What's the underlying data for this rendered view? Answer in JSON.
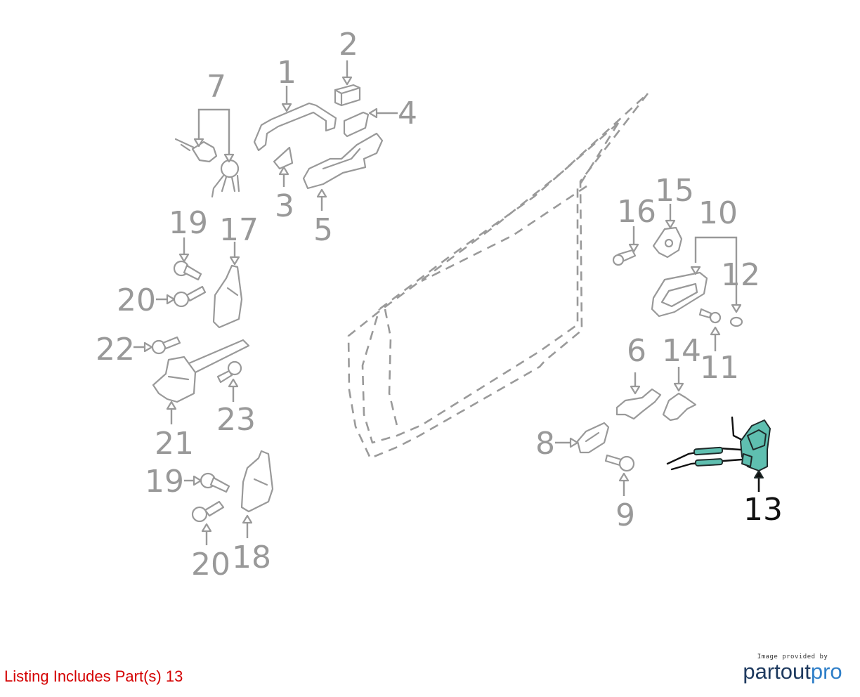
{
  "diagram": {
    "callouts": [
      {
        "id": "1",
        "label": "1",
        "highlight": false
      },
      {
        "id": "2",
        "label": "2",
        "highlight": false
      },
      {
        "id": "3",
        "label": "3",
        "highlight": false
      },
      {
        "id": "4",
        "label": "4",
        "highlight": false
      },
      {
        "id": "5",
        "label": "5",
        "highlight": false
      },
      {
        "id": "6",
        "label": "6",
        "highlight": false
      },
      {
        "id": "7",
        "label": "7",
        "highlight": false
      },
      {
        "id": "8",
        "label": "8",
        "highlight": false
      },
      {
        "id": "9",
        "label": "9",
        "highlight": false
      },
      {
        "id": "10",
        "label": "10",
        "highlight": false
      },
      {
        "id": "11",
        "label": "11",
        "highlight": false
      },
      {
        "id": "12",
        "label": "12",
        "highlight": false
      },
      {
        "id": "13",
        "label": "13",
        "highlight": true
      },
      {
        "id": "14",
        "label": "14",
        "highlight": false
      },
      {
        "id": "15",
        "label": "15",
        "highlight": false
      },
      {
        "id": "16",
        "label": "16",
        "highlight": false
      },
      {
        "id": "17",
        "label": "17",
        "highlight": false
      },
      {
        "id": "18",
        "label": "18",
        "highlight": false
      },
      {
        "id": "19a",
        "label": "19",
        "highlight": false
      },
      {
        "id": "19b",
        "label": "19",
        "highlight": false
      },
      {
        "id": "20a",
        "label": "20",
        "highlight": false
      },
      {
        "id": "20b",
        "label": "20",
        "highlight": false
      },
      {
        "id": "21",
        "label": "21",
        "highlight": false
      },
      {
        "id": "22",
        "label": "22",
        "highlight": false
      },
      {
        "id": "23",
        "label": "23",
        "highlight": false
      }
    ],
    "colors": {
      "part_outline": "#999999",
      "highlight_fill": "#5fbfb0",
      "highlight_label": "#111111",
      "listing_text": "#d40000"
    }
  },
  "footer": {
    "listing_note": "Listing Includes Part(s) 13",
    "logo_caption": "Image provided by",
    "logo_word_a": "partout",
    "logo_word_b": "pro"
  }
}
